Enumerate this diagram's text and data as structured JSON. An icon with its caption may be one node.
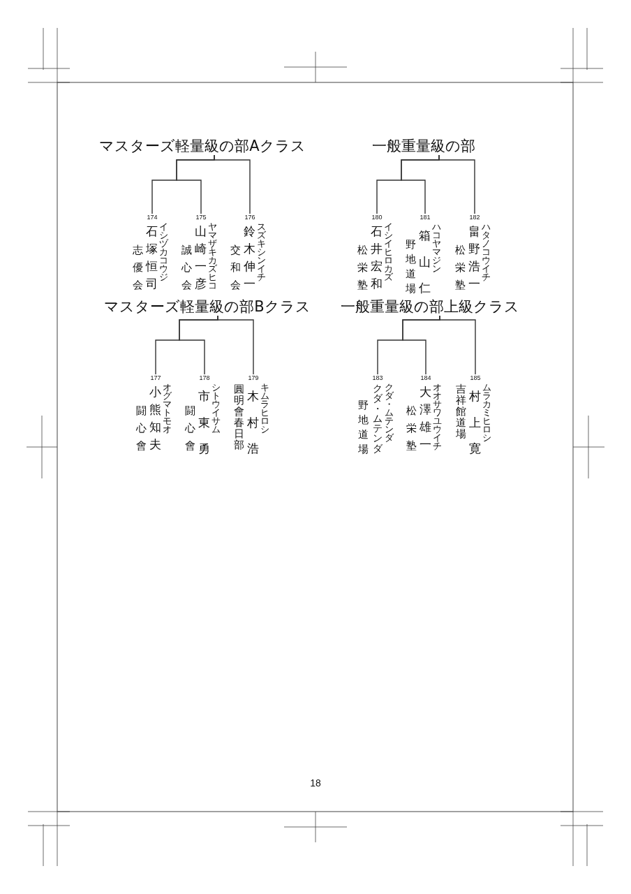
{
  "diagram": {
    "nodes": [
      {
        "text": [
          "マスターズ軽量級の部Aクラス"
        ]
      },
      {
        "text": [
          "174",
          "志優会",
          "石塚恒司",
          "イシヅカコウジ"
        ]
      },
      {
        "text": [
          "175",
          "誠心会",
          "山崎一彦",
          "ヤマザキカズヒコ"
        ]
      },
      {
        "text": [
          "176",
          "交和会",
          "鈴木伸一",
          "スズキシンイチ"
        ]
      },
      {
        "text": [
          "一般重量級の部"
        ]
      },
      {
        "text": [
          "180",
          "松栄塾",
          "石井宏和",
          "イシイヒロカズ"
        ]
      },
      {
        "text": [
          "181",
          "野地道場",
          "箱山仁",
          "ハコヤマジン"
        ]
      },
      {
        "text": [
          "182",
          "松栄塾",
          "畠野浩一",
          "ハタノコウイチ"
        ]
      },
      {
        "text": [
          "マスターズ軽量級の部Bクラス"
        ]
      },
      {
        "text": [
          "177",
          "闘心會",
          "小熊知夫",
          "オグマトモオ"
        ]
      },
      {
        "text": [
          "178",
          "闘心會",
          "市東勇",
          "シトウイサム"
        ]
      },
      {
        "text": [
          "179",
          "圓明會春日部",
          "木村浩",
          "キムラヒロシ"
        ]
      },
      {
        "text": [
          "一般重量級の部上級クラス"
        ]
      },
      {
        "text": [
          "183",
          "野地道場",
          "クダ・ムテンダ",
          "クダ・ムテンダ"
        ]
      },
      {
        "text": [
          "184",
          "松栄塾",
          "大澤雄一",
          "オオサワユウイチ"
        ]
      },
      {
        "text": [
          "185",
          "吉祥館道場",
          "村上寛",
          "ムラカミヒロシ"
        ]
      }
    ],
    "edges": [
      {
        "from": 0,
        "to": 1,
        "arrow": "none"
      },
      {
        "from": 0,
        "to": 2,
        "arrow": "none"
      },
      {
        "from": 0,
        "to": 3,
        "arrow": "none"
      },
      {
        "from": 4,
        "to": 5,
        "arrow": "none"
      },
      {
        "from": 4,
        "to": 6,
        "arrow": "none"
      },
      {
        "from": 4,
        "to": 7,
        "arrow": "none"
      },
      {
        "from": 8,
        "to": 9,
        "arrow": "none"
      },
      {
        "from": 8,
        "to": 10,
        "arrow": "none"
      },
      {
        "from": 8,
        "to": 11,
        "arrow": "none"
      },
      {
        "from": 12,
        "to": 13,
        "arrow": "none"
      },
      {
        "from": 12,
        "to": 14,
        "arrow": "none"
      },
      {
        "from": 12,
        "to": 15,
        "arrow": "none"
      }
    ],
    "labels": [
      "18"
    ]
  }
}
